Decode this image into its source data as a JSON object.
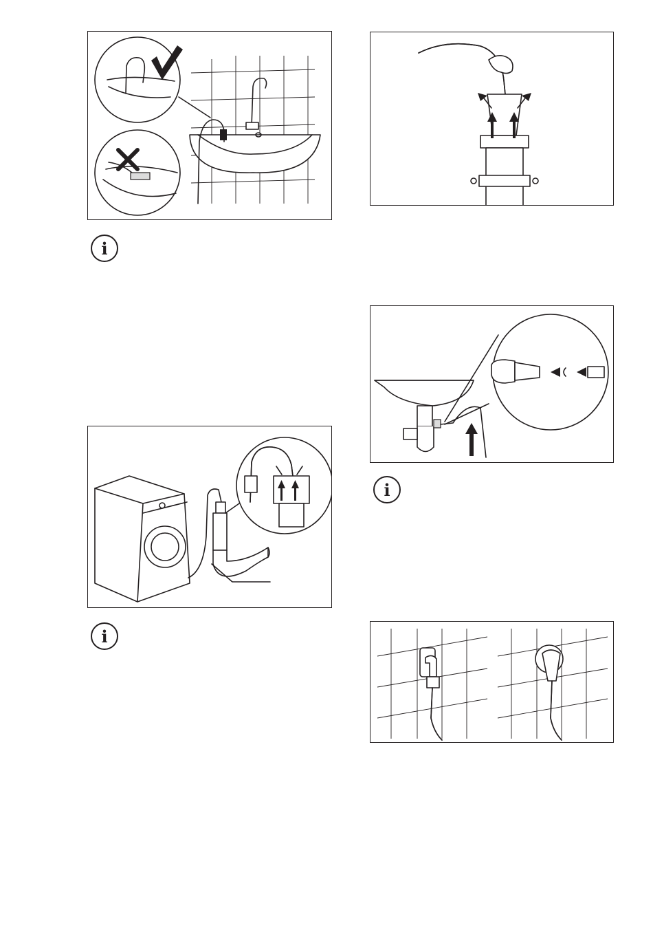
{
  "figures": [
    {
      "id": "sink-hose-placement",
      "marks": [
        "check-mark",
        "cross-mark"
      ]
    },
    {
      "id": "standpipe-insertion"
    },
    {
      "id": "siphon-connection"
    },
    {
      "id": "machine-standpipe"
    },
    {
      "id": "wall-outlets"
    }
  ],
  "info_icons": [
    {
      "glyph": "i"
    },
    {
      "glyph": "i"
    },
    {
      "glyph": "i"
    }
  ],
  "colors": {
    "line": "#231f20",
    "background": "#ffffff",
    "fill": "#dcdcdc"
  }
}
